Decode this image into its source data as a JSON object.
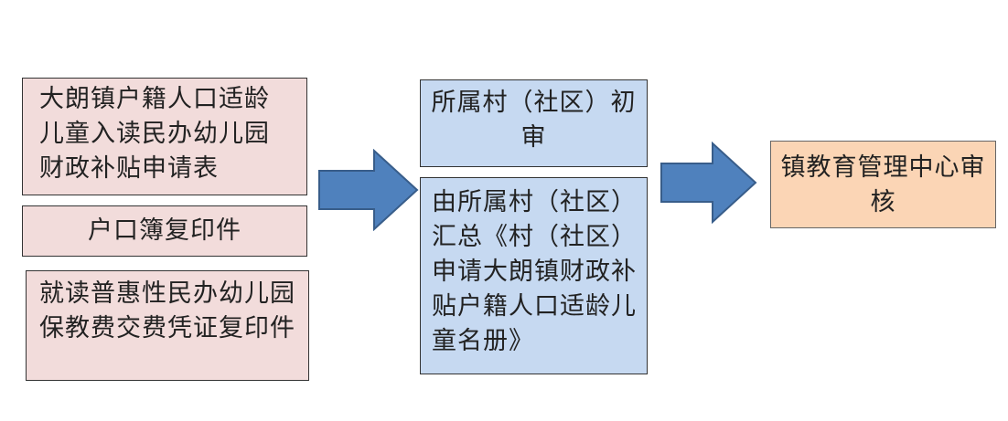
{
  "documents": {
    "form": "大朗镇户籍人口适龄儿童入读民办幼儿园财政补贴申请表",
    "hukou": "户口簿复印件",
    "receipt": "就读普惠性民办幼儿园保教费交费凭证复印件"
  },
  "steps": {
    "village_review": "所属村（社区）初审",
    "village_summary": "由所属村（社区）汇总《村（社区）申请大朗镇财政补贴户籍人口适龄儿童名册》",
    "town_review": "镇教育管理中心审核"
  },
  "colors": {
    "document_fill": "#f2dcdb",
    "step_fill": "#c6d9f1",
    "final_fill": "#fbd5b5",
    "arrow_fill": "#4f81bd",
    "arrow_stroke": "#385d8a"
  },
  "icons": {
    "arrow": "right-arrow-icon"
  }
}
